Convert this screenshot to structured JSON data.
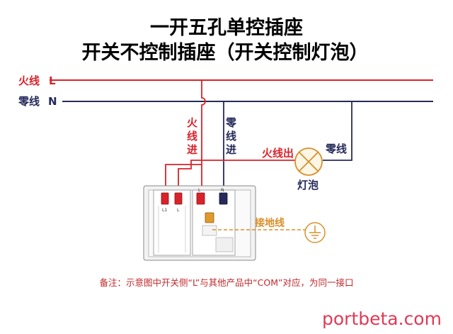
{
  "title": {
    "line1": "一开五孔单控插座",
    "line2": "开关不控制插座（开关控制灯泡）"
  },
  "lines": {
    "live_label": "火线",
    "live_letter": "L",
    "neutral_label": "零线",
    "neutral_letter": "N"
  },
  "labels": {
    "live_in": [
      "火",
      "线",
      "进"
    ],
    "neutral_in": [
      "零",
      "线",
      "进"
    ],
    "live_out": "火线出",
    "neutral_lamp": "零线",
    "lamp": "灯泡",
    "ground": "接地线"
  },
  "terminals": {
    "switch_l1": "L1",
    "switch_l": "L",
    "socket_l": "L",
    "socket_n": "N"
  },
  "note": "备注：示意图中开关侧“L”与其他产品中“COM”对应，为同一接口",
  "watermark": "portbeta.com",
  "colors": {
    "live": "#d8232a",
    "neutral": "#262a5a",
    "ground": "#d8902a"
  }
}
